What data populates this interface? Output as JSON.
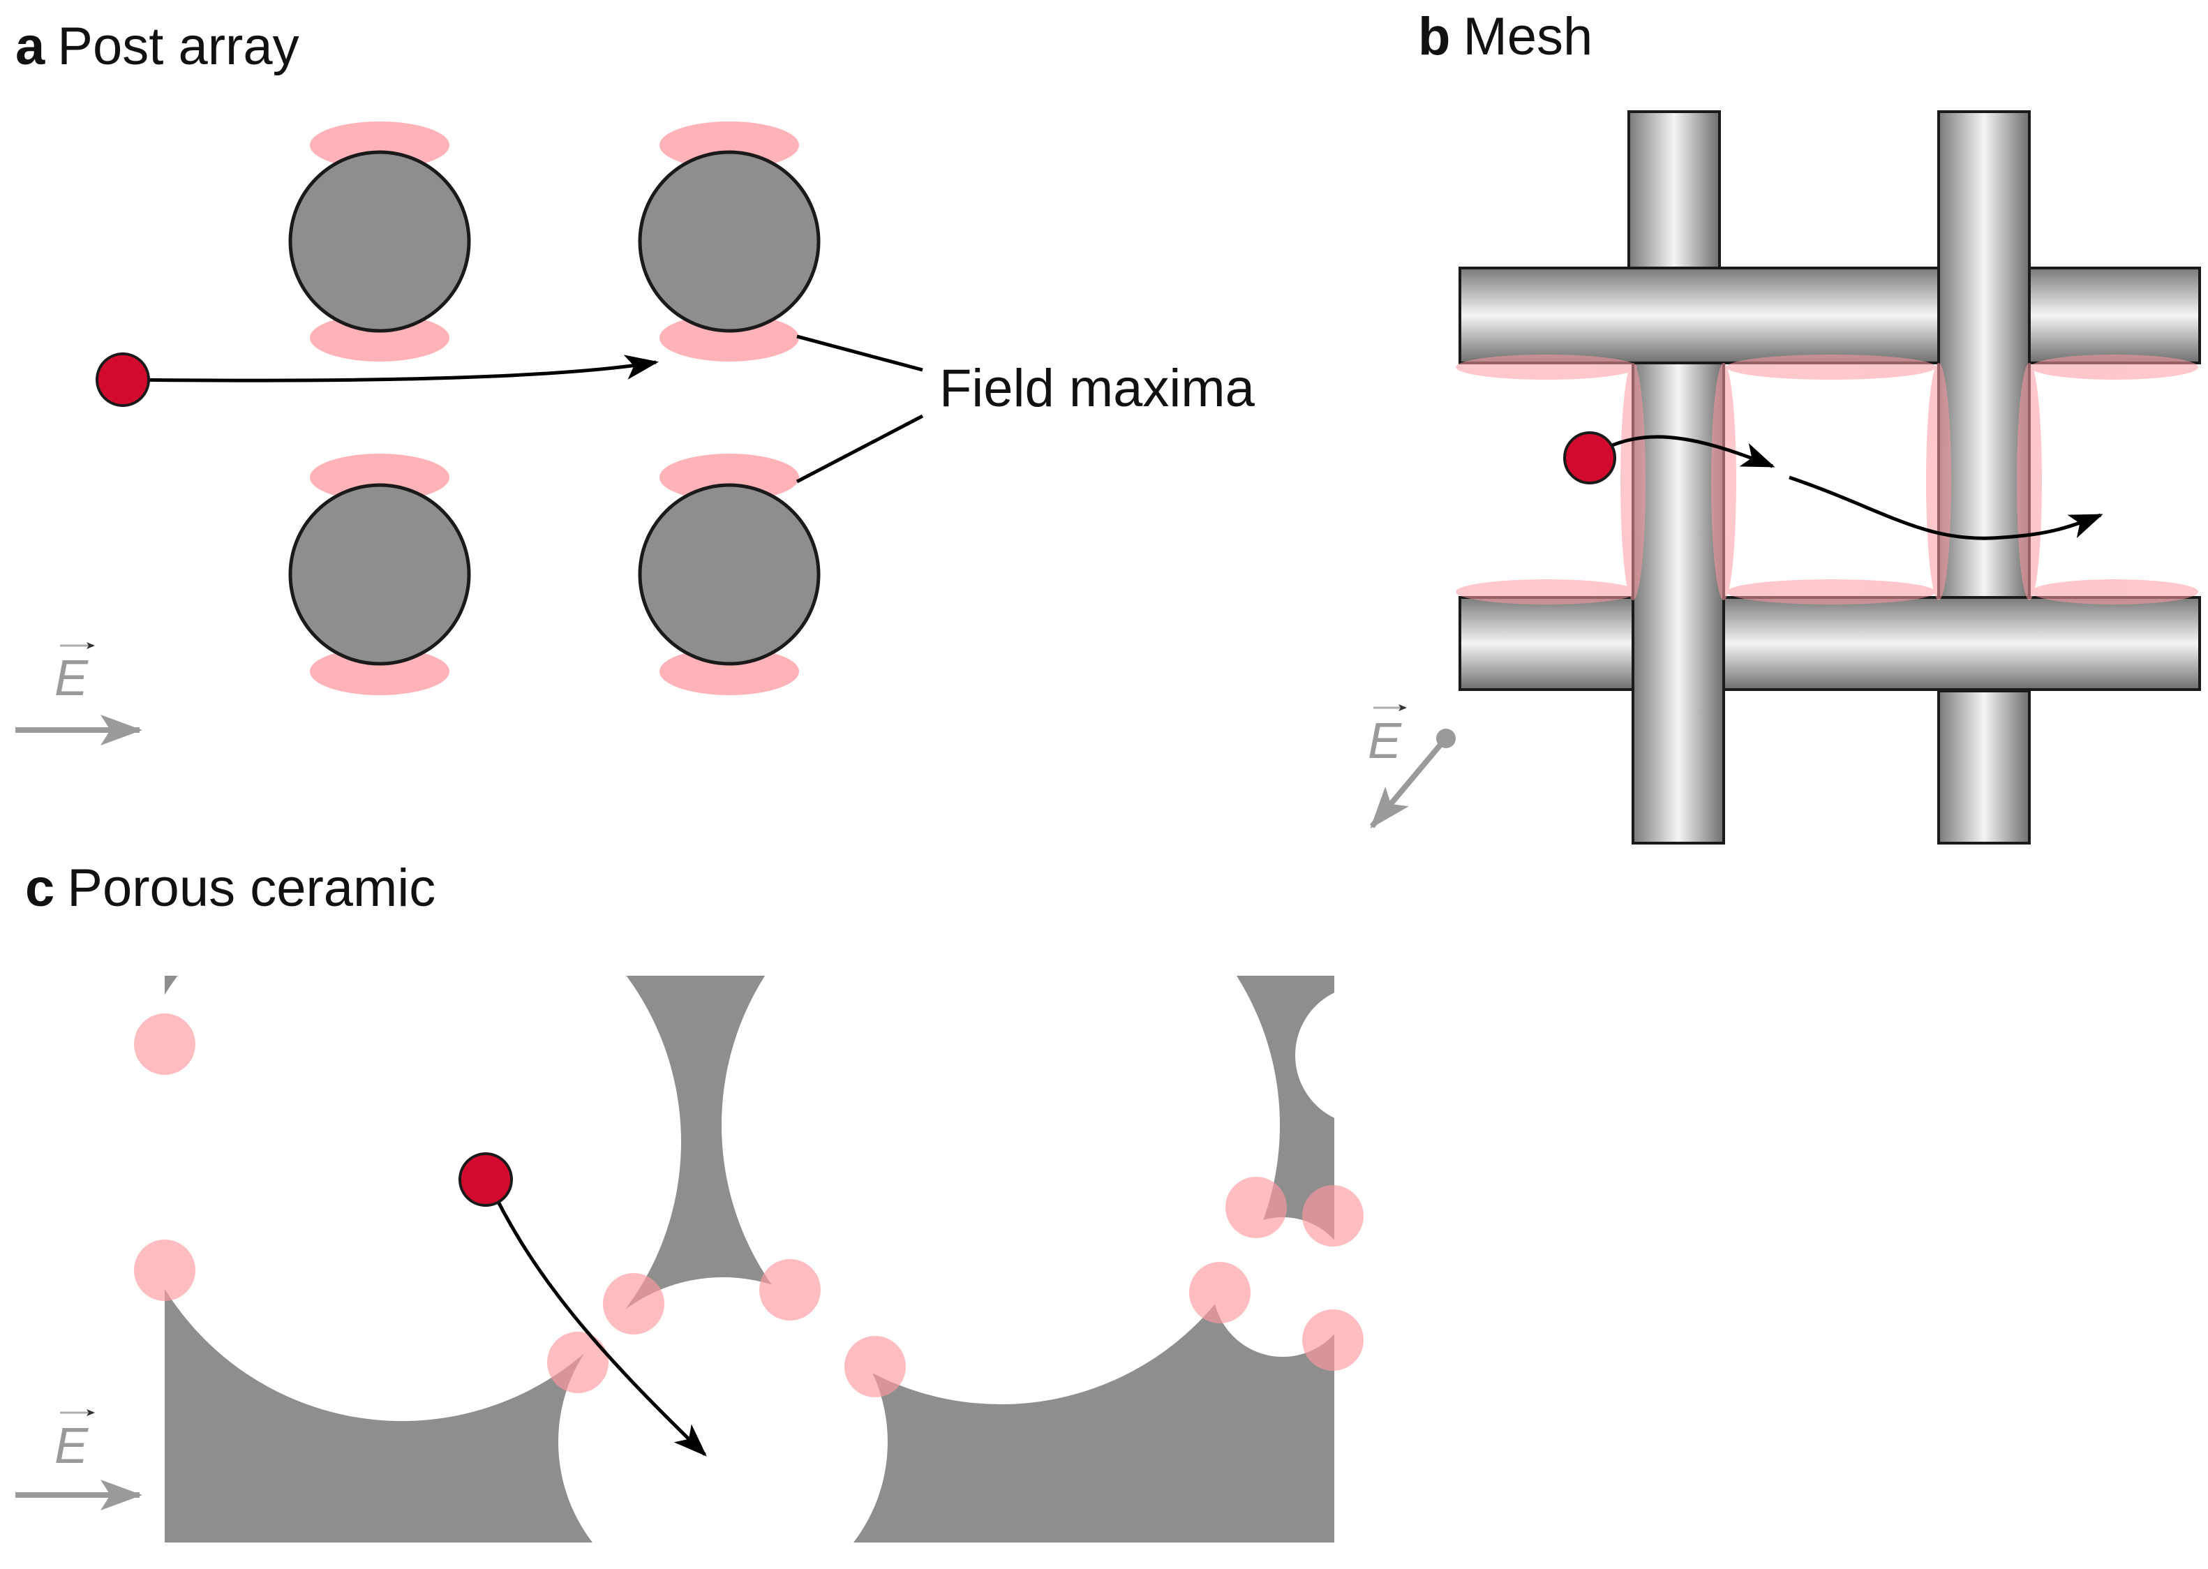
{
  "panels": {
    "a": {
      "letter": "a",
      "title": "Post array"
    },
    "b": {
      "letter": "b",
      "title": "Mesh"
    },
    "c": {
      "letter": "c",
      "title": "Porous ceramic"
    }
  },
  "annotation": {
    "field_maxima": "Field maxima"
  },
  "field_symbol": "E",
  "colors": {
    "particle": "#d10a2e",
    "field_maxima": "#ff9aa2",
    "solid": "#8e8e8e",
    "field_arrow": "#9a9a9a",
    "rod_edge": "#1a1a1a"
  }
}
